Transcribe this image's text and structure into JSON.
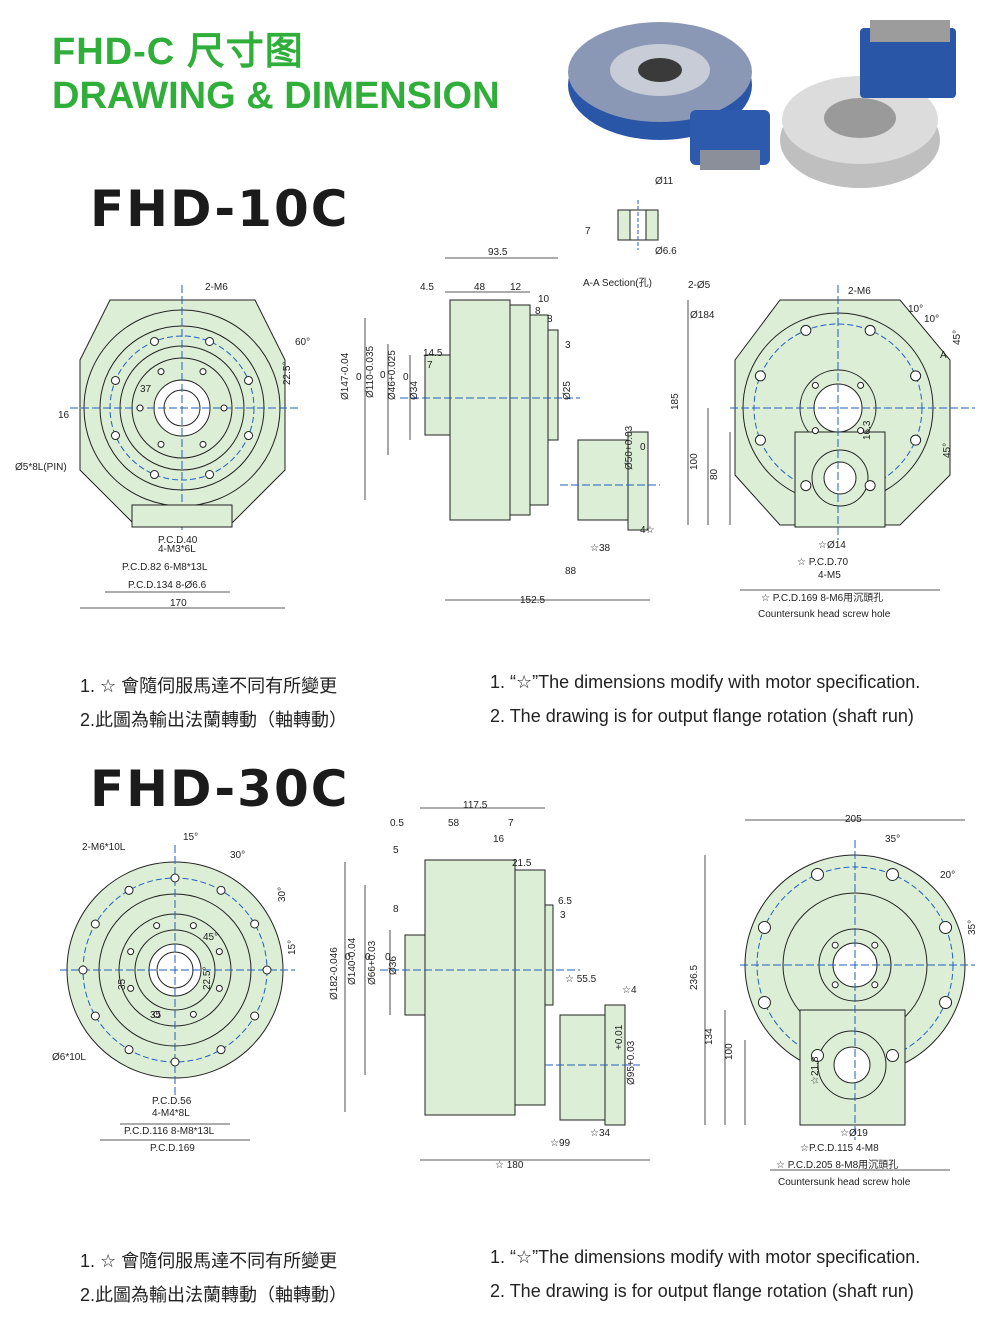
{
  "header": {
    "title_cn": "FHD-C 尺寸图",
    "title_en": "DRAWING & DIMENSION",
    "accent_color": "#2fae3a"
  },
  "section1": {
    "model": "FHD-10C",
    "front": {
      "labels": [
        "2-M6",
        "60°",
        "22.5°",
        "37",
        "16",
        "Ø5*8L(PIN)",
        "P.C.D.40",
        "4-M3*6L",
        "P.C.D.82 6-M8*13L",
        "P.C.D.134 8-Ø6.6",
        "170"
      ]
    },
    "side": {
      "labels": [
        "93.5",
        "4.5",
        "48",
        "12",
        "10",
        "8",
        "8",
        "3",
        "14.5",
        "7",
        "Ø147-0.04",
        "Ø110-0.035",
        "Ø46+0.025",
        "Ø34",
        "Ø25",
        "Ø50+0.03",
        "4☆",
        "☆38",
        "88",
        "152.5",
        "0",
        "0",
        "0",
        "0"
      ]
    },
    "section": {
      "labels": [
        "Ø11",
        "7",
        "Ø6.6",
        "A-A Section(孔)"
      ]
    },
    "rear": {
      "labels": [
        "2-Ø5",
        "2-M6",
        "Ø184",
        "10°",
        "10°",
        "45°",
        "A",
        "45°",
        "185",
        "100",
        "80",
        "16.3",
        "☆Ø14",
        "☆ P.C.D.70",
        "4-M5",
        "☆ P.C.D.169 8-M6用沉頭孔",
        "Countersunk head screw hole"
      ]
    },
    "notes_cn": [
      "1. ☆ 會隨伺服馬達不同有所變更",
      "2.此圖為輸出法蘭轉動（軸轉動）"
    ],
    "notes_en": [
      "1. “☆”The dimensions modify with motor specification.",
      "2. The drawing is for output flange rotation (shaft run)"
    ]
  },
  "section2": {
    "model": "FHD-30C",
    "front": {
      "labels": [
        "2-M6*10L",
        "15°",
        "30°",
        "30°",
        "15°",
        "45°",
        "22.5°",
        "35",
        "35",
        "Ø6*10L",
        "P.C.D.56",
        "4-M4*8L",
        "P.C.D.116 8-M8*13L",
        "P.C.D.169"
      ]
    },
    "side": {
      "labels": [
        "117.5",
        "0.5",
        "58",
        "7",
        "16",
        "5",
        "21.5",
        "6.5",
        "3",
        "8",
        "Ø182-0.046",
        "Ø140-0.04",
        "Ø66+0.03",
        "Ø36",
        "☆ 55.5",
        "☆4",
        "Ø95+0.03",
        "+0.01",
        "☆34",
        "☆99",
        "☆ 180",
        "0",
        "0",
        "0"
      ]
    },
    "rear": {
      "labels": [
        "205",
        "35°",
        "20°",
        "35°",
        "236.5",
        "134",
        "100",
        "☆21.8",
        "☆Ø19",
        "☆P.C.D.115 4-M8",
        "☆ P.C.D.205 8-M8用沉頭孔",
        "Countersunk head screw hole"
      ]
    },
    "notes_cn": [
      "1. ☆ 會隨伺服馬達不同有所變更",
      "2.此圖為輸出法蘭轉動（軸轉動）"
    ],
    "notes_en": [
      "1. “☆”The dimensions modify with motor specification.",
      "2. The drawing is for output flange rotation (shaft run)"
    ]
  },
  "colors": {
    "body_fill": "#dcefd6",
    "line": "#222222",
    "center_line": "#1f5fbf",
    "product_blue": "#2a56a8",
    "product_steel": "#c9c9c9"
  }
}
